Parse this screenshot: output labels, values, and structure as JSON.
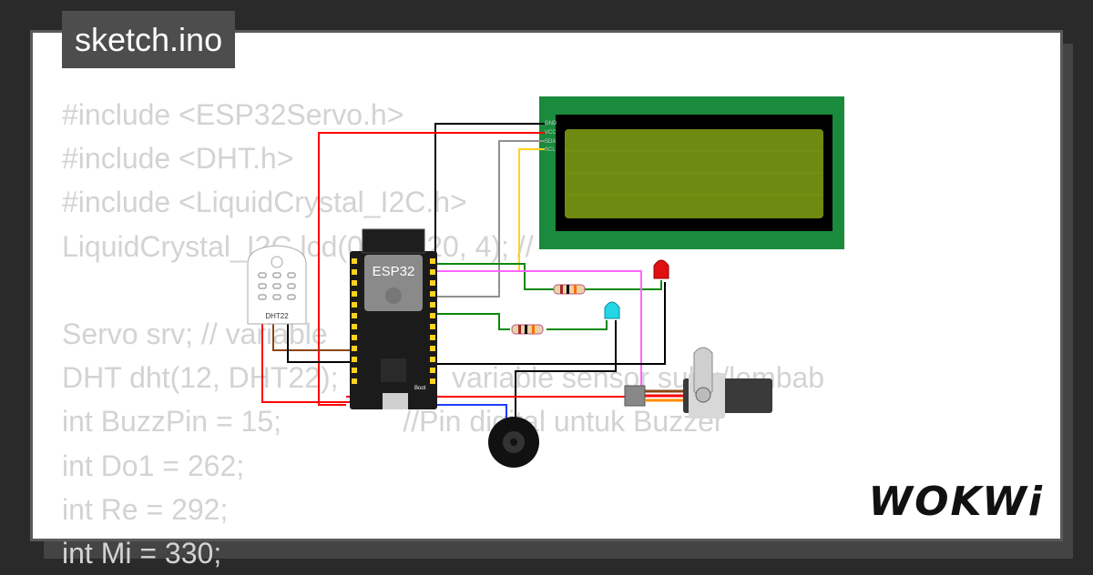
{
  "file_tab": {
    "label": "sketch.ino"
  },
  "code_lines": [
    "#include <ESP32Servo.h>",
    "#include <DHT.h>",
    "#include <LiquidCrystal_I2C.h>",
    "LiquidCrystal_I2C lcd(0x27, 20, 4); //",
    "",
    "Servo srv; // variable",
    "DHT dht(12, DHT22);              variable sensor suhu/lembab",
    "int BuzzPin = 15;               //Pin digital untuk Buzzer",
    "int Do1 = 262;",
    "int Re = 292;",
    "int Mi = 330;"
  ],
  "components": {
    "esp32_label": "ESP32",
    "dht_label": "DHT22",
    "lcd_pins": [
      "GND",
      "VCC",
      "SDA",
      "SCL"
    ],
    "boot_label": "Boot"
  },
  "brand": {
    "logo_text": "WOKWi"
  },
  "colors": {
    "background": "#2a2a2a",
    "card": "#ffffff",
    "tab": "#4d4d4d",
    "code_text": "#d3d3d3",
    "lcd_pcb": "#1a8a3c",
    "lcd_screen": "#6f8a10",
    "wire_red": "#ff0000",
    "wire_black": "#000000",
    "wire_green": "#0a8a0a",
    "wire_yellow": "#ffd21f",
    "wire_gray": "#909090",
    "wire_blue": "#1e3cff",
    "wire_pink": "#ff66ff",
    "wire_brown": "#8b4513"
  }
}
